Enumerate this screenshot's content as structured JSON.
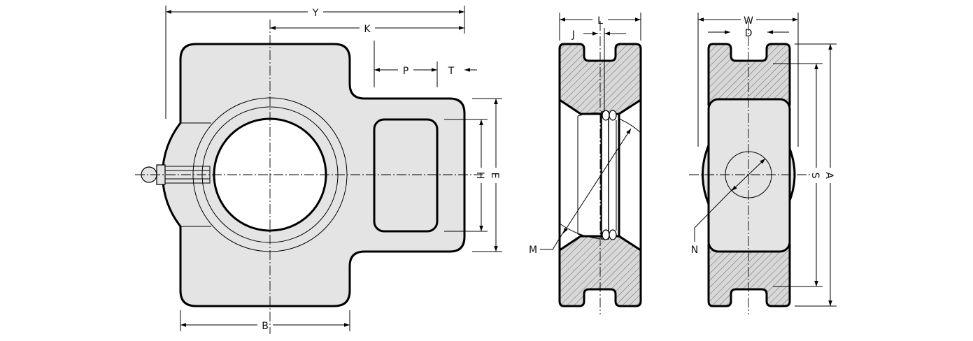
{
  "figure": {
    "views": [
      "front-view",
      "section-view",
      "side-view"
    ]
  },
  "labels": {
    "Y": "Y",
    "K": "K",
    "P": "P",
    "T": "T",
    "H": "H",
    "E": "E",
    "B": "B",
    "L": "L",
    "J": "J",
    "M": "M",
    "W": "W",
    "D": "D",
    "S": "S",
    "A": "A",
    "N": "N"
  }
}
